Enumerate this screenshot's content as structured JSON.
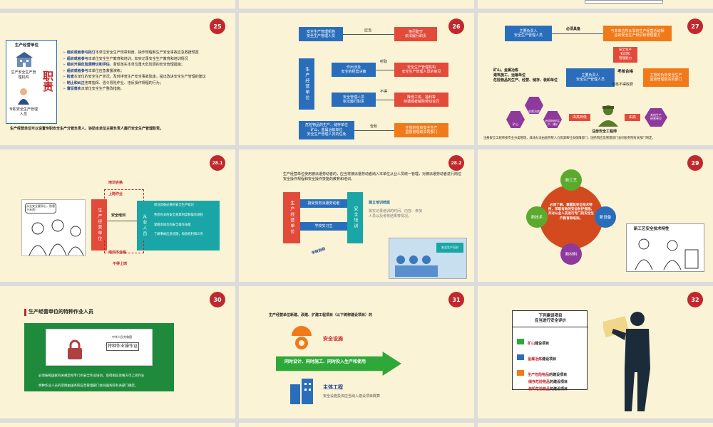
{
  "slides": {
    "s25": {
      "num": "25",
      "card_title": "生产经营单位",
      "card_label1": "生产安全生产管理机构",
      "card_label2": "专职安全生产管理人员",
      "big_char": "职责",
      "bullets": [
        {
          "h": "组织或者参与拟订",
          "t": "本单位安全生产规章制度、操作规程和生产安全事故应急救援预案"
        },
        {
          "h": "组织或者参与",
          "t": "本单位安全生产教育和培训，如实记录安全生产教育和培训情况"
        },
        {
          "h": "组织开展危险源辨识和评估",
          "t": "，督促落实本单位重大危险源的安全管理措施；"
        },
        {
          "h": "组织或者参与",
          "t": "本单位应急救援演练；"
        },
        {
          "h": "检查",
          "t": "本单位的安全生产状况，及时排查生产安全事故隐患，提出改进安全生产管理的建议"
        },
        {
          "h": "制止和纠正",
          "t": "违章指挥、强令冒险作业、违反操作规程的行为；"
        },
        {
          "h": "督促落实",
          "t": "本单位安全生产整改措施。"
        }
      ],
      "footer": "生产经营单位可以设置专职安全生产分管负责人，协助本单位主要负责人履行安全生产管理职责。"
    },
    "s26": {
      "num": "26",
      "b1": "安全生产管理机构\n安全生产管理人员",
      "b1_label": "应当",
      "b1_right": "恪尽职守\n依法履行职责",
      "left_vert": "生产经营单位",
      "m1": "作出涉及\n安全的经营决策",
      "m1_label": "听取",
      "m1_right": "安全生产管理机构\n安全生产管理人员的意见",
      "m2": "安全管理人员\n依法履行职责",
      "m2_label": "不得",
      "m2_right": "降低工资、福利等\n待遇或者解除劳动合同",
      "b3": "危险物品的生产、储存单位\n矿山、金属冶炼单位\n安全生产管理人员的任免",
      "b3_label": "告知",
      "b3_right": "主管的负有安全生产\n监督管理职责的部门"
    },
    "s27": {
      "num": "27",
      "top_left": "主要负责人\n安全生产管理人员",
      "top_label": "必须具备",
      "top_right": "与本单位所从事的生产经营活动相\n应的安全生产知识和管理能力",
      "mid_box": "安全生产\n知识和\n管理能力",
      "left_list": "矿山、金属冶炼\n建筑施工、运输单位\n危险物品的生产、经营、储存、装卸单位",
      "center_box": "主要负责人\n安全生产管理人员",
      "pass_label": "考核合格",
      "fee_label": "考核不得收费",
      "right_box": "主管的负有安全生产\n监督管理职责的部门",
      "hex1": "金属冶炼",
      "hex2": "矿山",
      "hex3": "危险物品的生产、储存",
      "tag1": "由高到低",
      "tag2": "由高",
      "other_box": "其他生产\n经营单位",
      "engineer": "注册安全工程师",
      "footer": "注册安全工程师按专业分类管理，具体办法由国务院人力资源和社会保障部门、国务院应急管理部门会同国务院有关部门制定。"
    },
    "s281": {
      "num": "28.1",
      "top1": "培训合格",
      "top2": "上岗作业",
      "vert": "生产经营单位",
      "label": "安全培训",
      "right_vert": "从业人员",
      "items": [
        "保证具备必要的安全生产知识",
        "熟悉有关的安全规章制度和操作规程",
        "掌握本岗位的安全操作技能",
        "了解事故应急措施，知悉权利和义务"
      ],
      "bot1": "培训不合格",
      "bot2": "不得上岗",
      "speech": "从业安全要用心，防患于未然！"
    },
    "s282": {
      "num": "28.2",
      "para": "生产经营单位使用被派遣劳动者的，应当将被派遣劳动者纳入本单位从业人员统一管理，对被派遣劳动者进行岗位安全操作规程和安全操作技能的教育和培训。",
      "vert": "生产经营单位",
      "b1": "接受劳务派遣劳动者",
      "b2": "学校实习生",
      "teal_vert": "安全培训",
      "right_title": "建立培训档案",
      "right_text": "如实记录培训的时间、内容、参加人员以及考核结果等情况。",
      "school": "学校协助",
      "board": "安全生产培训"
    },
    "s29": {
      "num": "29",
      "c_top": "新工艺",
      "c_left": "新技术",
      "c_right": "新设备",
      "c_bottom": "新材料",
      "center": "必须了解、掌握其安全技术特性，采取有效的安全防护措施，并对从业人员进行专门的安全生产教育和培训。",
      "pic_title": "新工艺安全技术特性"
    },
    "s30": {
      "num": "30",
      "title": "生产经营单位的特种作业人员",
      "cert_title": "特种作业操作证",
      "cert_issuer": "中华人民共和国",
      "line1": "必须按照国家有关规定经专门的安全作业培训，取得相应资格方可上岗作业",
      "line2": "特种作业人员的范围由国务院应急管理部门会同国务院有关部门确定。"
    },
    "s31": {
      "num": "31",
      "title": "生产经营单位新建、改建、扩建工程项目（以下统称建设项目）的",
      "label1": "安全设施",
      "arrow": "同时设计、同时施工、同时投入生产和使用",
      "label2": "主体工程",
      "sub": "安全设施投资应当纳入建设项目概算"
    },
    "s32": {
      "num": "32",
      "box_title": "下列建设项目\n应当进行安全评价",
      "items": [
        {
          "color": "矿山",
          "rest": "建设项目"
        },
        {
          "color": "金属冶炼",
          "rest": "建设项目"
        },
        {
          "color": "生产危险物品",
          "rest": "的建设项目"
        },
        {
          "color": "储存危险物品",
          "rest": "的建设项目"
        },
        {
          "color": "装卸危险物品",
          "rest": "的建设项目"
        }
      ]
    }
  }
}
